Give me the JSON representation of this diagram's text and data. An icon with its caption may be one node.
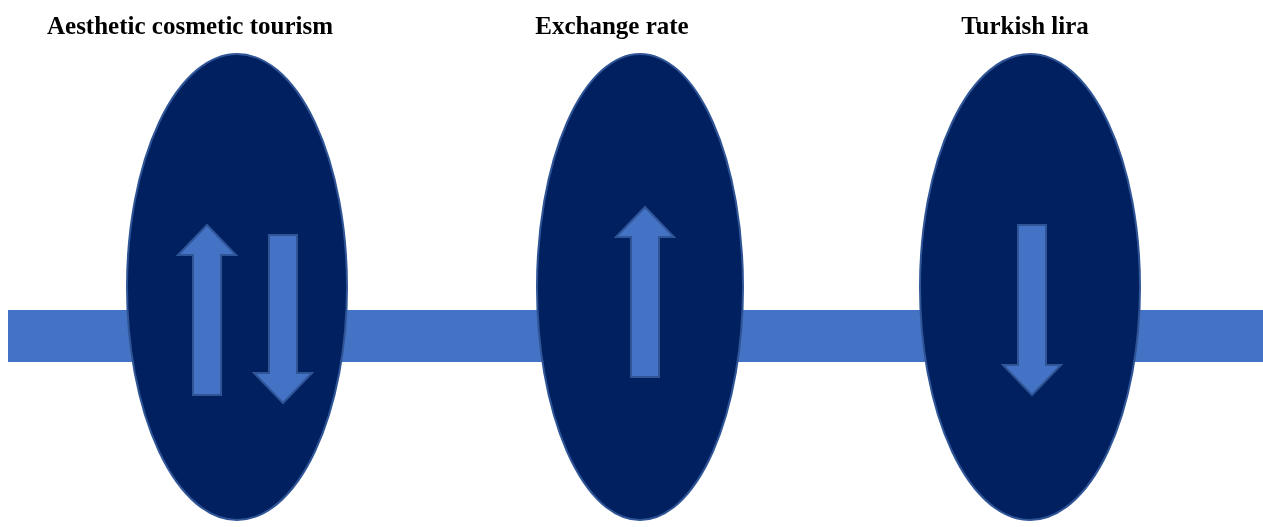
{
  "diagram": {
    "nodes": [
      {
        "text": [
          "Aesthetic cosmetic tourism"
        ]
      },
      {
        "text": [
          "Exchange rate"
        ]
      },
      {
        "text": [
          "Turkish lira"
        ]
      },
      {
        "text": [],
        "shape": "bar"
      }
    ]
  }
}
